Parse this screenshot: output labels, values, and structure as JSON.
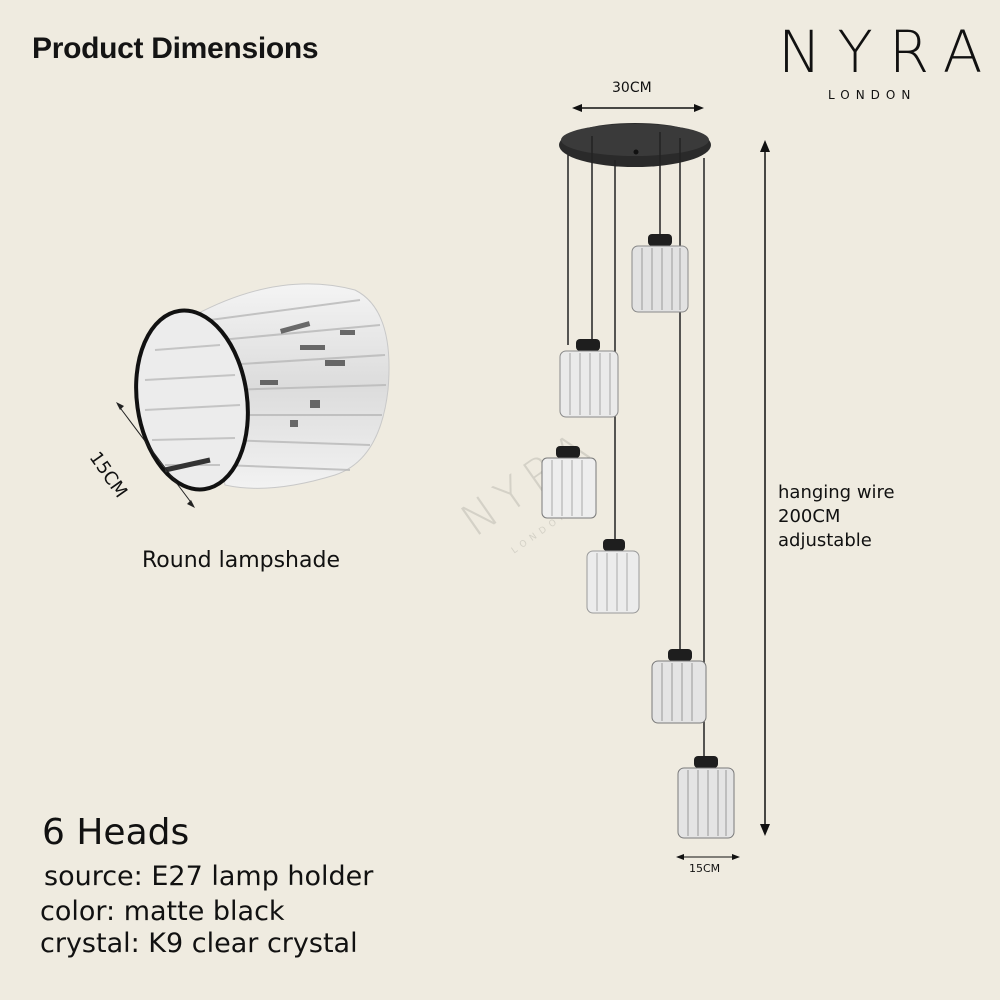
{
  "header": {
    "title": "Product Dimensions",
    "brand_name": "NYRA",
    "brand_sub": "LONDON"
  },
  "watermark": {
    "name": "NYRA",
    "sub": "LONDON"
  },
  "lampshade": {
    "dimension_label": "15CM",
    "caption": "Round lampshade"
  },
  "fixture": {
    "canopy_width_label": "30CM",
    "head_width_label": "15CM",
    "wire_text": [
      "hanging wire",
      "200CM",
      "adjustable"
    ]
  },
  "specs": {
    "heads": "6 Heads",
    "lines": [
      "source: E27 lamp holder",
      "color: matte black",
      "crystal: K9 clear crystal"
    ]
  },
  "colors": {
    "background": "#efebe0",
    "text": "#111111",
    "canopy": "#2a2a2a"
  }
}
